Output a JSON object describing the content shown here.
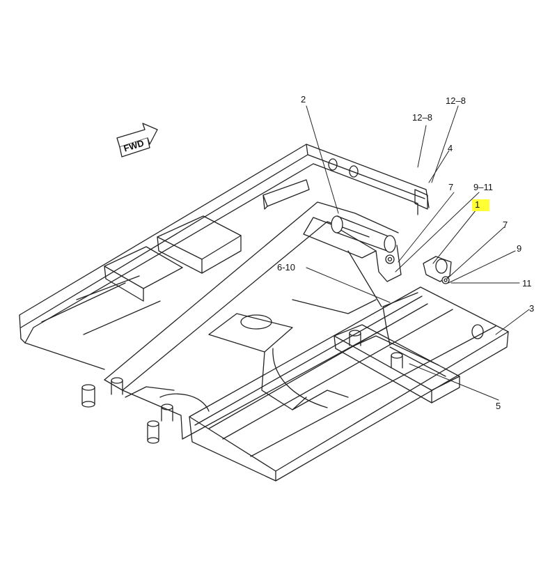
{
  "diagram": {
    "direction_label": "FWD",
    "highlight_color": "#ffff33",
    "callouts": [
      {
        "id": "c-2",
        "text": "2",
        "highlighted": false
      },
      {
        "id": "c-12-8a",
        "text": "12–8",
        "highlighted": false
      },
      {
        "id": "c-12-8b",
        "text": "12–8",
        "highlighted": false
      },
      {
        "id": "c-4",
        "text": "4",
        "highlighted": false
      },
      {
        "id": "c-7a",
        "text": "7",
        "highlighted": false
      },
      {
        "id": "c-9-11",
        "text": "9–11",
        "highlighted": false
      },
      {
        "id": "c-1",
        "text": "1",
        "highlighted": true
      },
      {
        "id": "c-7b",
        "text": "7",
        "highlighted": false
      },
      {
        "id": "c-9",
        "text": "9",
        "highlighted": false
      },
      {
        "id": "c-11",
        "text": "11",
        "highlighted": false
      },
      {
        "id": "c-6-10",
        "text": "6-10",
        "highlighted": false
      },
      {
        "id": "c-3",
        "text": "3",
        "highlighted": false
      },
      {
        "id": "c-5",
        "text": "5",
        "highlighted": false
      }
    ]
  }
}
